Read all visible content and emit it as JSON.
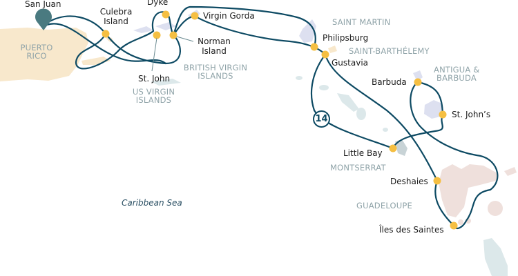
{
  "colors": {
    "route": "#0d4a63",
    "port": "#f5bf42",
    "marker": "#4a7a80",
    "region_label": "#8fa3a8"
  },
  "ports": [
    {
      "name": "San Juan",
      "icon": "map-pin-icon"
    },
    {
      "name": "Culebra Island"
    },
    {
      "name": "Dyke"
    },
    {
      "name": "Virgin Gorda"
    },
    {
      "name": "St. John"
    },
    {
      "name": "Norman Island"
    },
    {
      "name": "Philipsburg"
    },
    {
      "name": "Gustavia"
    },
    {
      "name": "Barbuda"
    },
    {
      "name": "St. John’s"
    },
    {
      "name": "Little Bay"
    },
    {
      "name": "Deshaies"
    },
    {
      "name": "Îles des Saintes"
    }
  ],
  "regions": {
    "puerto_rico": [
      "PUERTO",
      "RICO"
    ],
    "bvi": [
      "BRITISH VIRGIN",
      "ISLANDS"
    ],
    "usvi": [
      "US VIRGIN",
      "ISLANDS"
    ],
    "saint_martin": "SAINT MARTIN",
    "st_barth": "SAINT-BARTHÉLEMY",
    "antigua": [
      "ANTIGUA &",
      "BARBUDA"
    ],
    "montserrat": "MONTSERRAT",
    "guadeloupe": "GUADELOUPE"
  },
  "sea": "Caribbean Sea",
  "day_marker": "14"
}
